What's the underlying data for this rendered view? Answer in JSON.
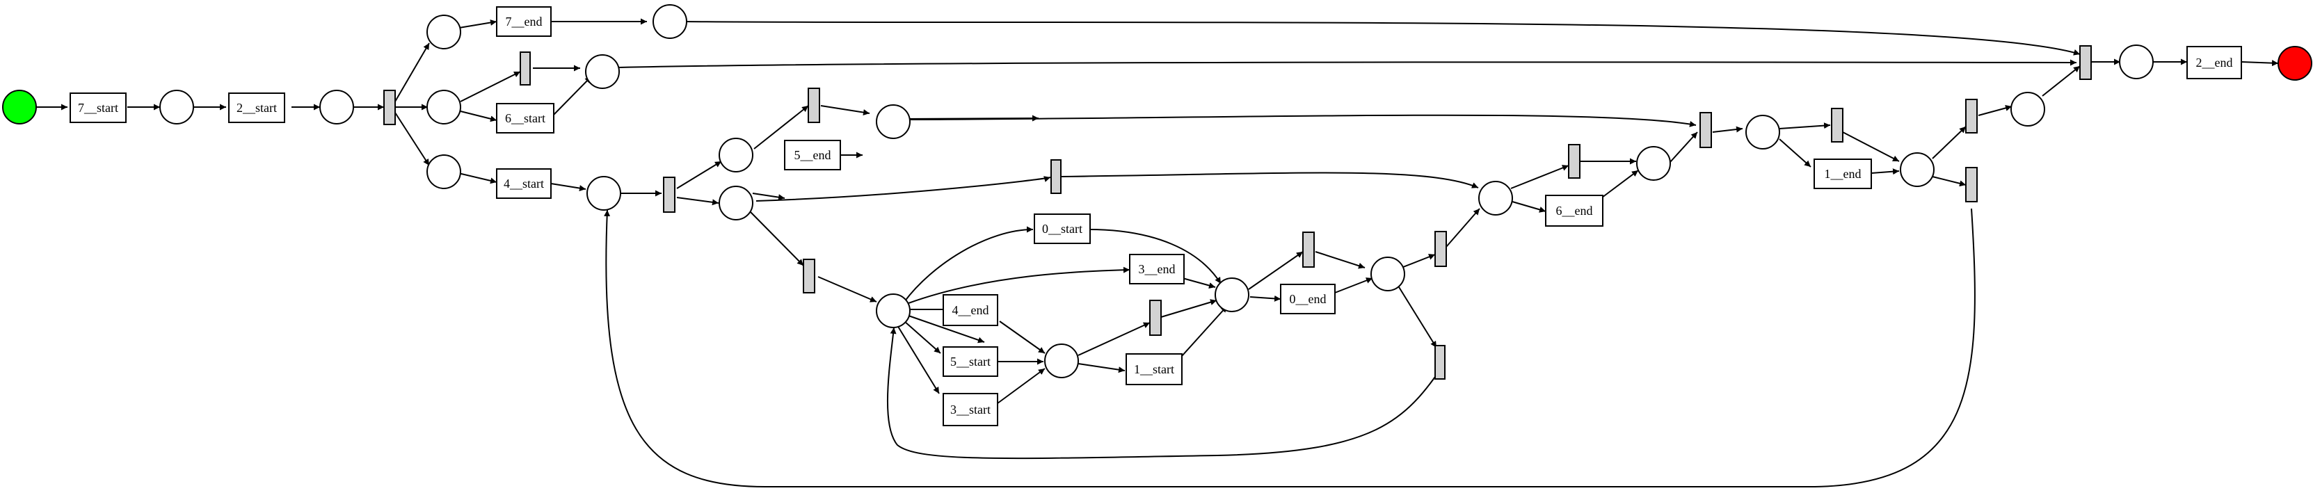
{
  "colors": {
    "source": "#00ff00",
    "sink": "#ff0000",
    "silent": "#d3d3d3",
    "stroke": "#000000"
  },
  "transitions": {
    "t_7_start": "7__start",
    "t_2_start": "2__start",
    "t_7_end": "7__end",
    "t_6_start": "6__start",
    "t_4_start": "4__start",
    "t_5_end": "5__end",
    "t_0_start": "0__start",
    "t_3_end": "3__end",
    "t_4_end": "4__end",
    "t_5_start": "5__start",
    "t_3_start": "3__start",
    "t_1_start": "1__start",
    "t_0_end": "0__end",
    "t_6_end": "6__end",
    "t_1_end": "1__end",
    "t_2_end": "2__end"
  }
}
